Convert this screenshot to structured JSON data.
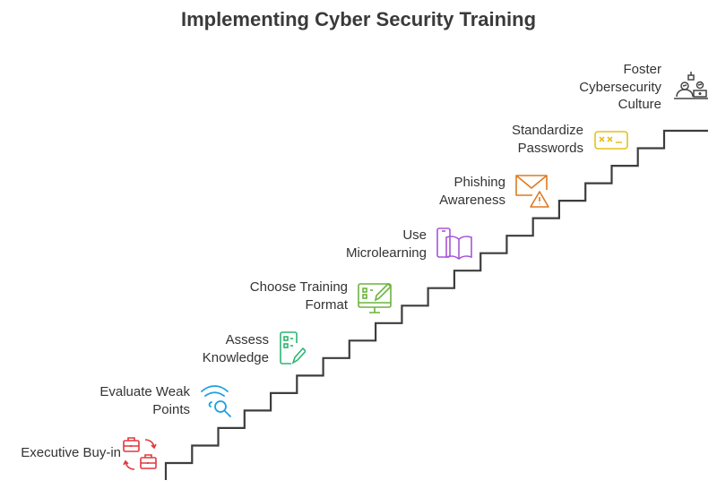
{
  "title": "Implementing Cyber Security Training",
  "steps": [
    {
      "lines": [
        "Executive Buy-in"
      ],
      "icon": "briefcase-swap-icon",
      "color": "#e0393e"
    },
    {
      "lines": [
        "Evaluate Weak",
        "Points"
      ],
      "icon": "wifi-search-icon",
      "color": "#1ea0e0"
    },
    {
      "lines": [
        "Assess",
        "Knowledge"
      ],
      "icon": "checklist-pencil-icon",
      "color": "#2bb673"
    },
    {
      "lines": [
        "Choose Training",
        "Format"
      ],
      "icon": "monitor-edit-icon",
      "color": "#6cb33f"
    },
    {
      "lines": [
        "Use",
        "Microlearning"
      ],
      "icon": "phone-book-icon",
      "color": "#a855d8"
    },
    {
      "lines": [
        "Phishing",
        "Awareness"
      ],
      "icon": "mail-warning-icon",
      "color": "#e07a1f"
    },
    {
      "lines": [
        "Standardize",
        "Passwords"
      ],
      "icon": "password-field-icon",
      "color": "#e2c21a"
    },
    {
      "lines": [
        "Foster",
        "Cybersecurity",
        "Culture"
      ],
      "icon": "team-culture-icon",
      "color": "#444444"
    }
  ],
  "stair_color": "#3d3d3d"
}
